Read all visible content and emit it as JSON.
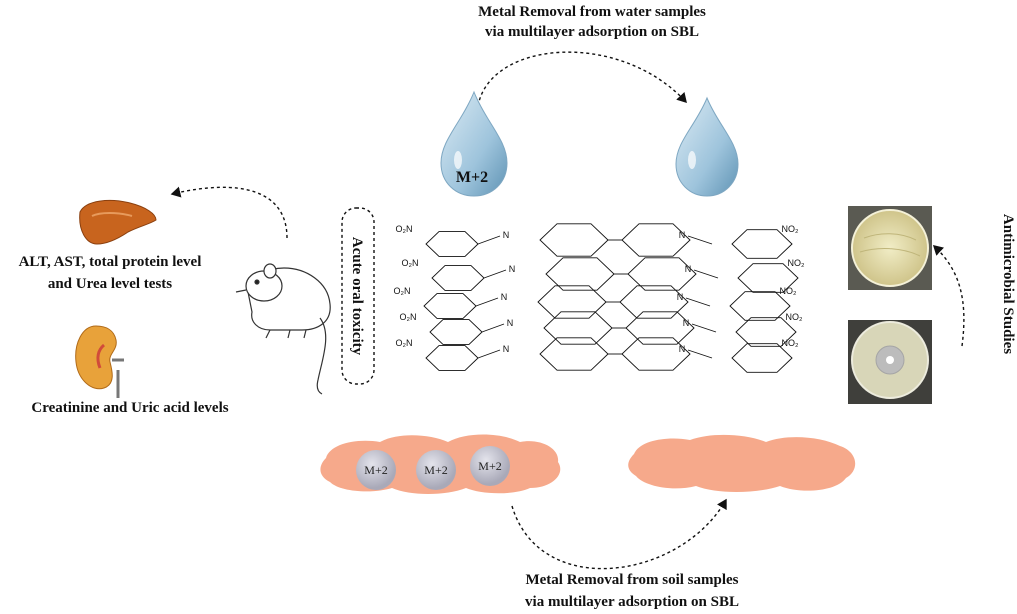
{
  "labels": {
    "water_title_line1": "Metal Removal from water samples",
    "water_title_line2": "via multilayer  adsorption on SBL",
    "soil_title_line1": "Metal Removal from soil samples",
    "soil_title_line2": "via multilayer  adsorption on SBL",
    "liver_tests_line1": "ALT, AST, total protein  level",
    "liver_tests_line2": " and Urea level tests",
    "kidney_tests": "Creatinine  and Uric  acid levels",
    "acute_toxicity": "Acute oral toxicity",
    "antimicrobial": "Antimicrobial  Studies",
    "metal_ion": "M+2",
    "soil_ion": "M+2"
  },
  "chem": {
    "nitro_left": "O₂N",
    "nitro_right": "NO₂",
    "imine": "N"
  },
  "colors": {
    "water_drop": "#9ec4dc",
    "soil": "#f6a98b",
    "ion_bubble": "#c9c9d4",
    "liver": "#c8641e",
    "kidney": "#e8a23a",
    "petri_agar": "#e8e3b4"
  },
  "icons": [
    "water-drop-icon",
    "liver-icon",
    "kidney-icon",
    "rat-icon",
    "petri-dish-icon"
  ]
}
